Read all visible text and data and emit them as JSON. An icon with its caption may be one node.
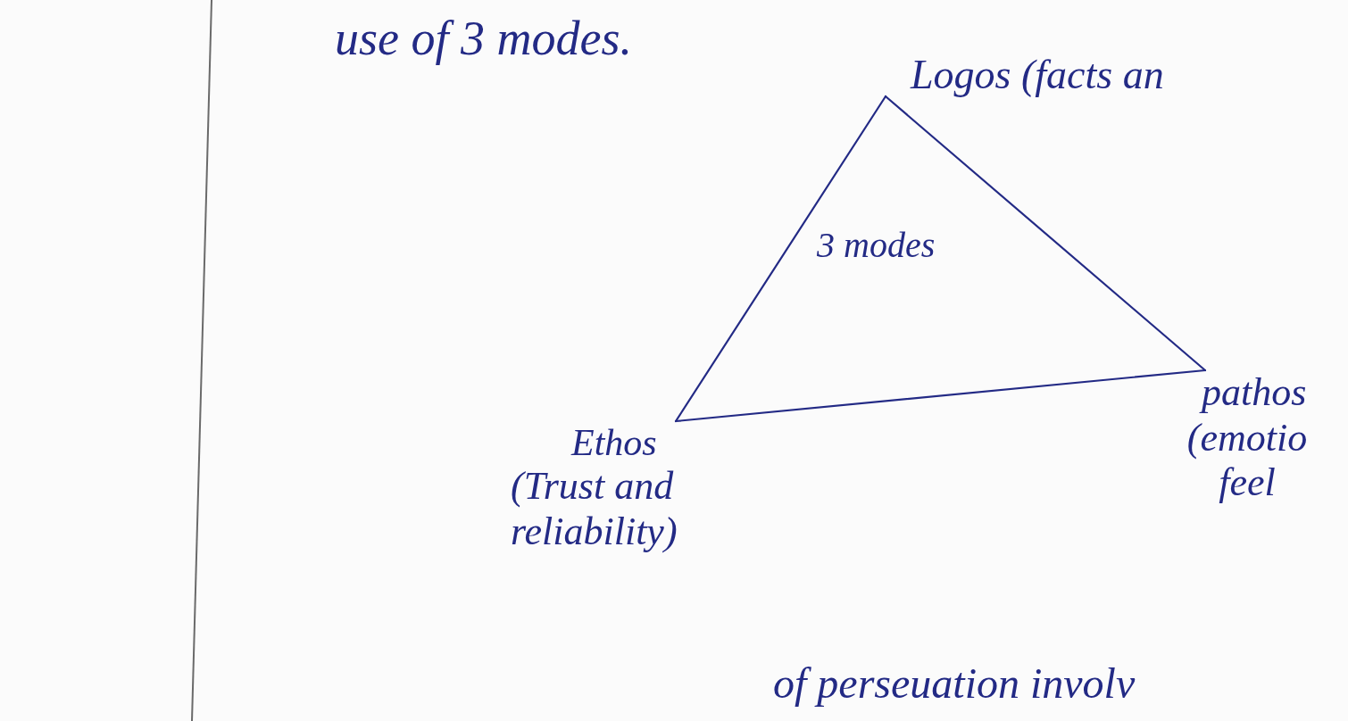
{
  "diagram": {
    "nodes": [
      {
        "text": [
          "Logos (facts an"
        ]
      },
      {
        "text": [
          "Ethos",
          "(Trust and reliability)"
        ]
      },
      {
        "text": [
          "pathos",
          "(emotio feel"
        ]
      }
    ],
    "edges": [
      {
        "from": 0,
        "to": 1,
        "arrow": "none"
      },
      {
        "from": 0,
        "to": 2,
        "arrow": "none"
      },
      {
        "from": 1,
        "to": 2,
        "arrow": "none"
      }
    ],
    "labels": [
      "use of 3 modes.",
      "3 modes",
      "of perseuation involv"
    ]
  }
}
